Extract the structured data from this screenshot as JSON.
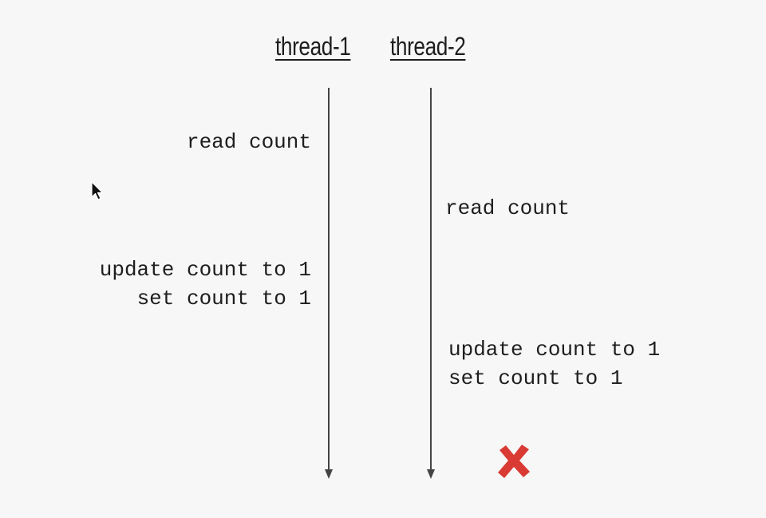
{
  "threads": [
    {
      "label": "thread-1"
    },
    {
      "label": "thread-2"
    }
  ],
  "events": {
    "t1_read": "read count",
    "t2_read": "read count",
    "t1_update": "update count to 1",
    "t1_set": "set count to 1",
    "t2_update": "update count to 1",
    "t2_set": "set count to 1"
  },
  "colors": {
    "background": "#f7f7f7",
    "text": "#1e1e1e",
    "timeline": "#444444",
    "error_mark": "#d93a33"
  },
  "icons": {
    "pointer": "mouse-pointer-icon",
    "error": "red-x-icon"
  }
}
